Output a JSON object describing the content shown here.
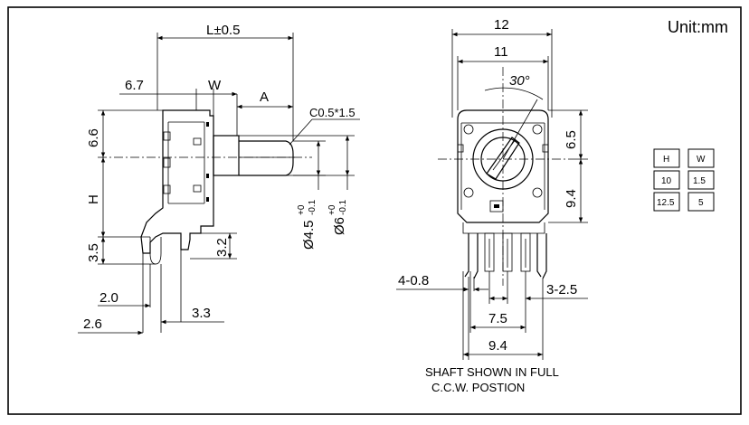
{
  "unit_label": "Unit:mm",
  "side_view": {
    "length_label": "L±0.5",
    "dim_6_7": "6.7",
    "dim_w": "W",
    "dim_a": "A",
    "chamfer_label": "C0.5*1.5",
    "dim_6_6": "6.6",
    "dim_h": "H",
    "dim_3_5": "3.5",
    "dim_3_2": "3.2",
    "dim_2_0": "2.0",
    "dim_3_3": "3.3",
    "dim_2_6": "2.6",
    "shaft_dia_1": "Ø4.5",
    "shaft_tol_1_upper": "+0",
    "shaft_tol_1_lower": "-0.1",
    "shaft_dia_2": "Ø6",
    "shaft_tol_2_upper": "+0",
    "shaft_tol_2_lower": "-0.1"
  },
  "front_view": {
    "dim_12": "12",
    "dim_11": "11",
    "angle_label": "30°",
    "dim_6_5": "6.5",
    "dim_9_4_v": "9.4",
    "pin_dia_label": "4-0.8",
    "pin_pitch_label": "3-2.5",
    "dim_7_5": "7.5",
    "dim_9_4_h": "9.4"
  },
  "note": {
    "line1": "SHAFT SHOWN IN FULL",
    "line2": "C.C.W. POSTION"
  },
  "table_h": {
    "header": "H",
    "rows": [
      "10",
      "12.5"
    ]
  },
  "table_w": {
    "header": "W",
    "rows": [
      "1.5",
      "5"
    ]
  }
}
